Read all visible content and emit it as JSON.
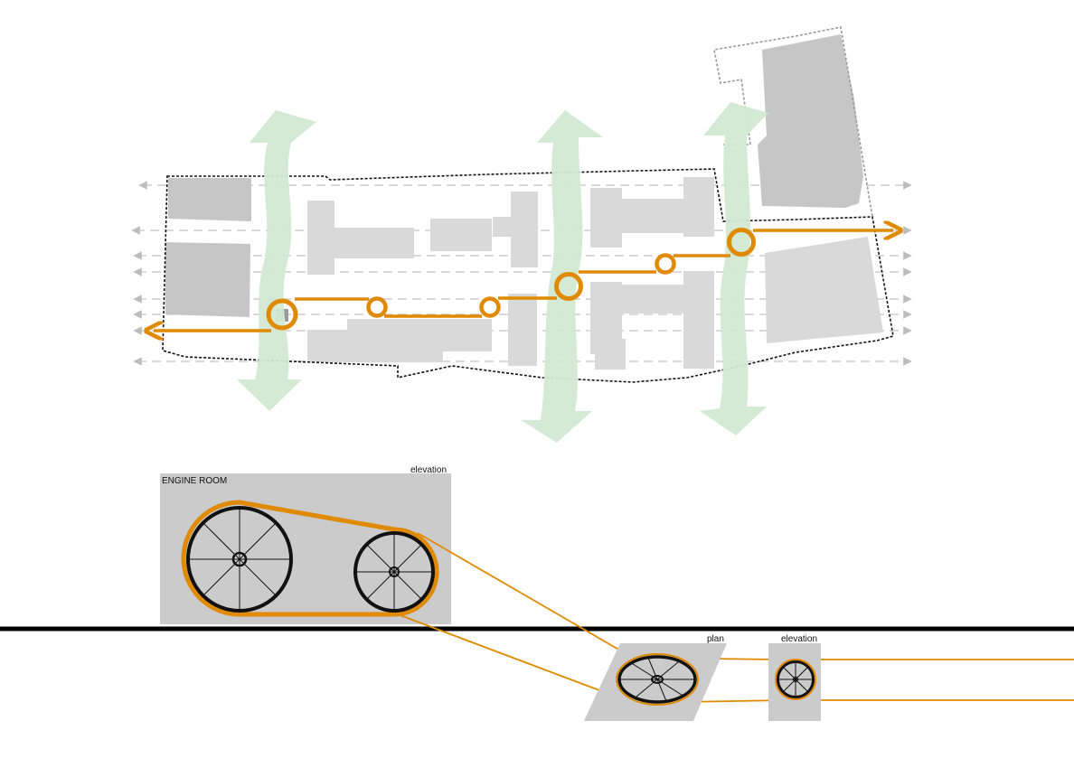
{
  "labels": {
    "engine_room": "ENGINE ROOM",
    "engine_room_view": "elevation",
    "detail_plan": "plan",
    "detail_elevation": "elevation"
  },
  "colors": {
    "route": "#e08a00",
    "green_corridor": "#d2e9d3",
    "building_dark": "#c6c6c6",
    "building_light": "#d9d9d9",
    "guide_lines": "#bdbdbd"
  }
}
